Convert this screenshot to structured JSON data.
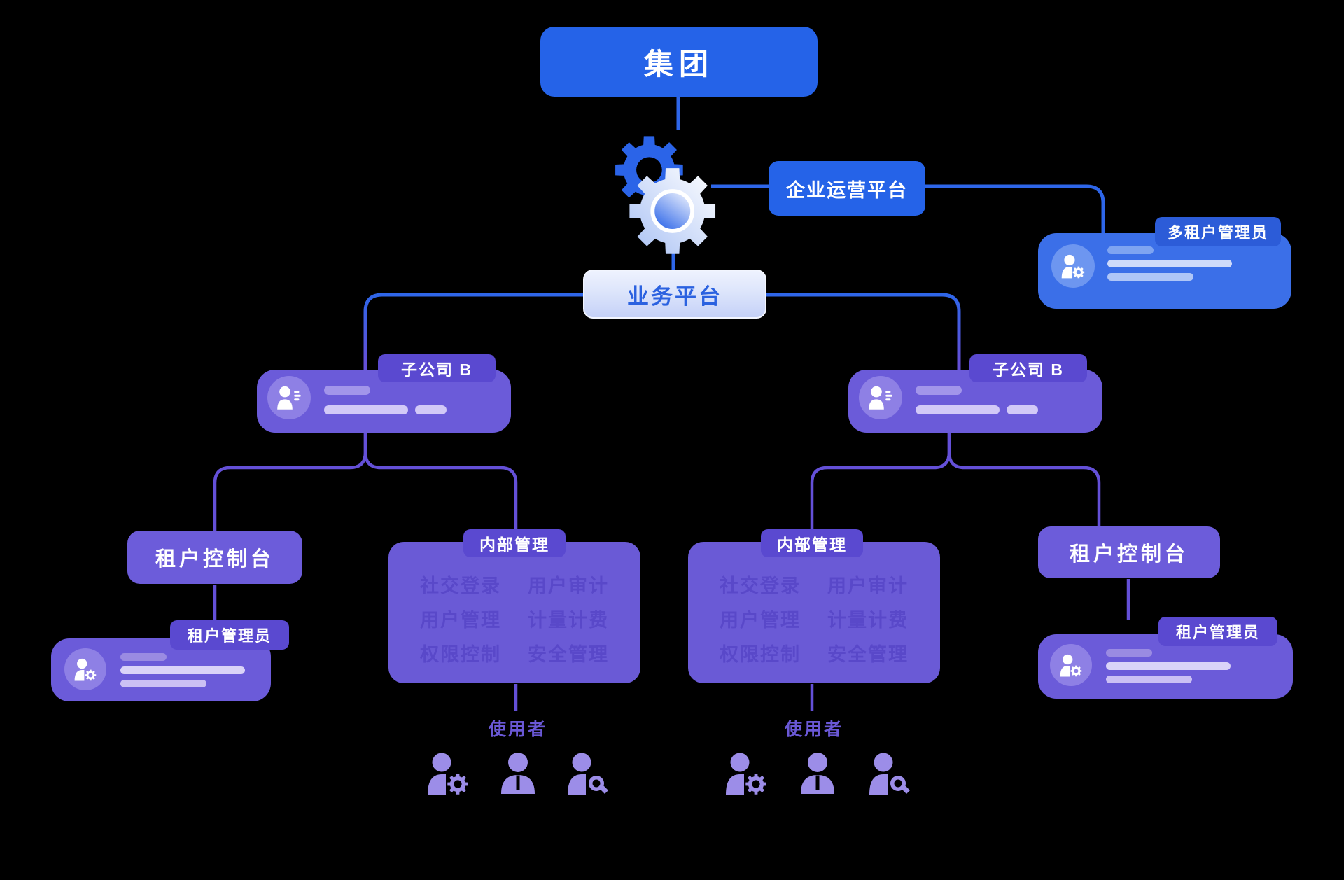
{
  "palette": {
    "bg": "#000000",
    "blue": "#2563e8",
    "blueLine": "#2e66e9",
    "blueCard": "#3b6fe8",
    "blueTab": "#2c5cd8",
    "blueAvatar": "#6d96f0",
    "platformText": "#2b62e0",
    "purpleLine": "#6450d8",
    "purpleBox": "#6c5cda",
    "purpleCard": "#6b5bd9",
    "purpleTab": "#5a49d0",
    "purpleBig": "#6a5ad6",
    "purpleFaint": "#5948c9",
    "purpleAvatar": "#8e80e5",
    "userIcon": "#9c8de8",
    "usersLabel": "#6a58d6"
  },
  "nodes": {
    "group": "集团",
    "ops": "企业运营平台",
    "platform": "业务平台",
    "multi_tenant_admin": "多租户管理员",
    "subsidiary": "子公司 B",
    "tenant_console": "租户控制台",
    "tenant_admin": "租户管理员",
    "internal_tab": "内部管理",
    "internal_items": [
      "社交登录",
      "用户审计",
      "用户管理",
      "计量计费",
      "权限控制",
      "安全管理"
    ],
    "users": "使用者"
  },
  "icons": {
    "gear": "gear-icon",
    "user_gear": "user-gear-icon",
    "user_tie": "user-tie-icon",
    "user_search": "user-search-icon",
    "user_list": "user-list-icon"
  }
}
